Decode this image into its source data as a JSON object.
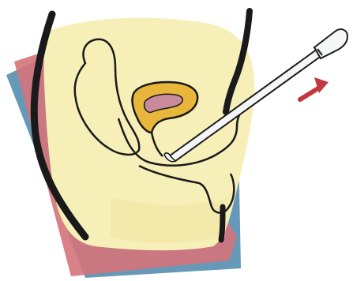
{
  "diagram": {
    "labels": [],
    "colors": {
      "background": "#ffffff",
      "back_panel_blue": "#5e93b3",
      "back_panel_red": "#d4737a",
      "body_fill": "#f7efb8",
      "body_shadow": "#efe3a0",
      "outline": "#1a1a1a",
      "bladder_wall": "#e7b63a",
      "bladder_lumen": "#c98a9b",
      "catheter": "#f4f6f8",
      "arrow": "#c0393f"
    },
    "icons": [
      "cross-section-body",
      "bladder",
      "catheter-instrument",
      "direction-arrow"
    ]
  }
}
